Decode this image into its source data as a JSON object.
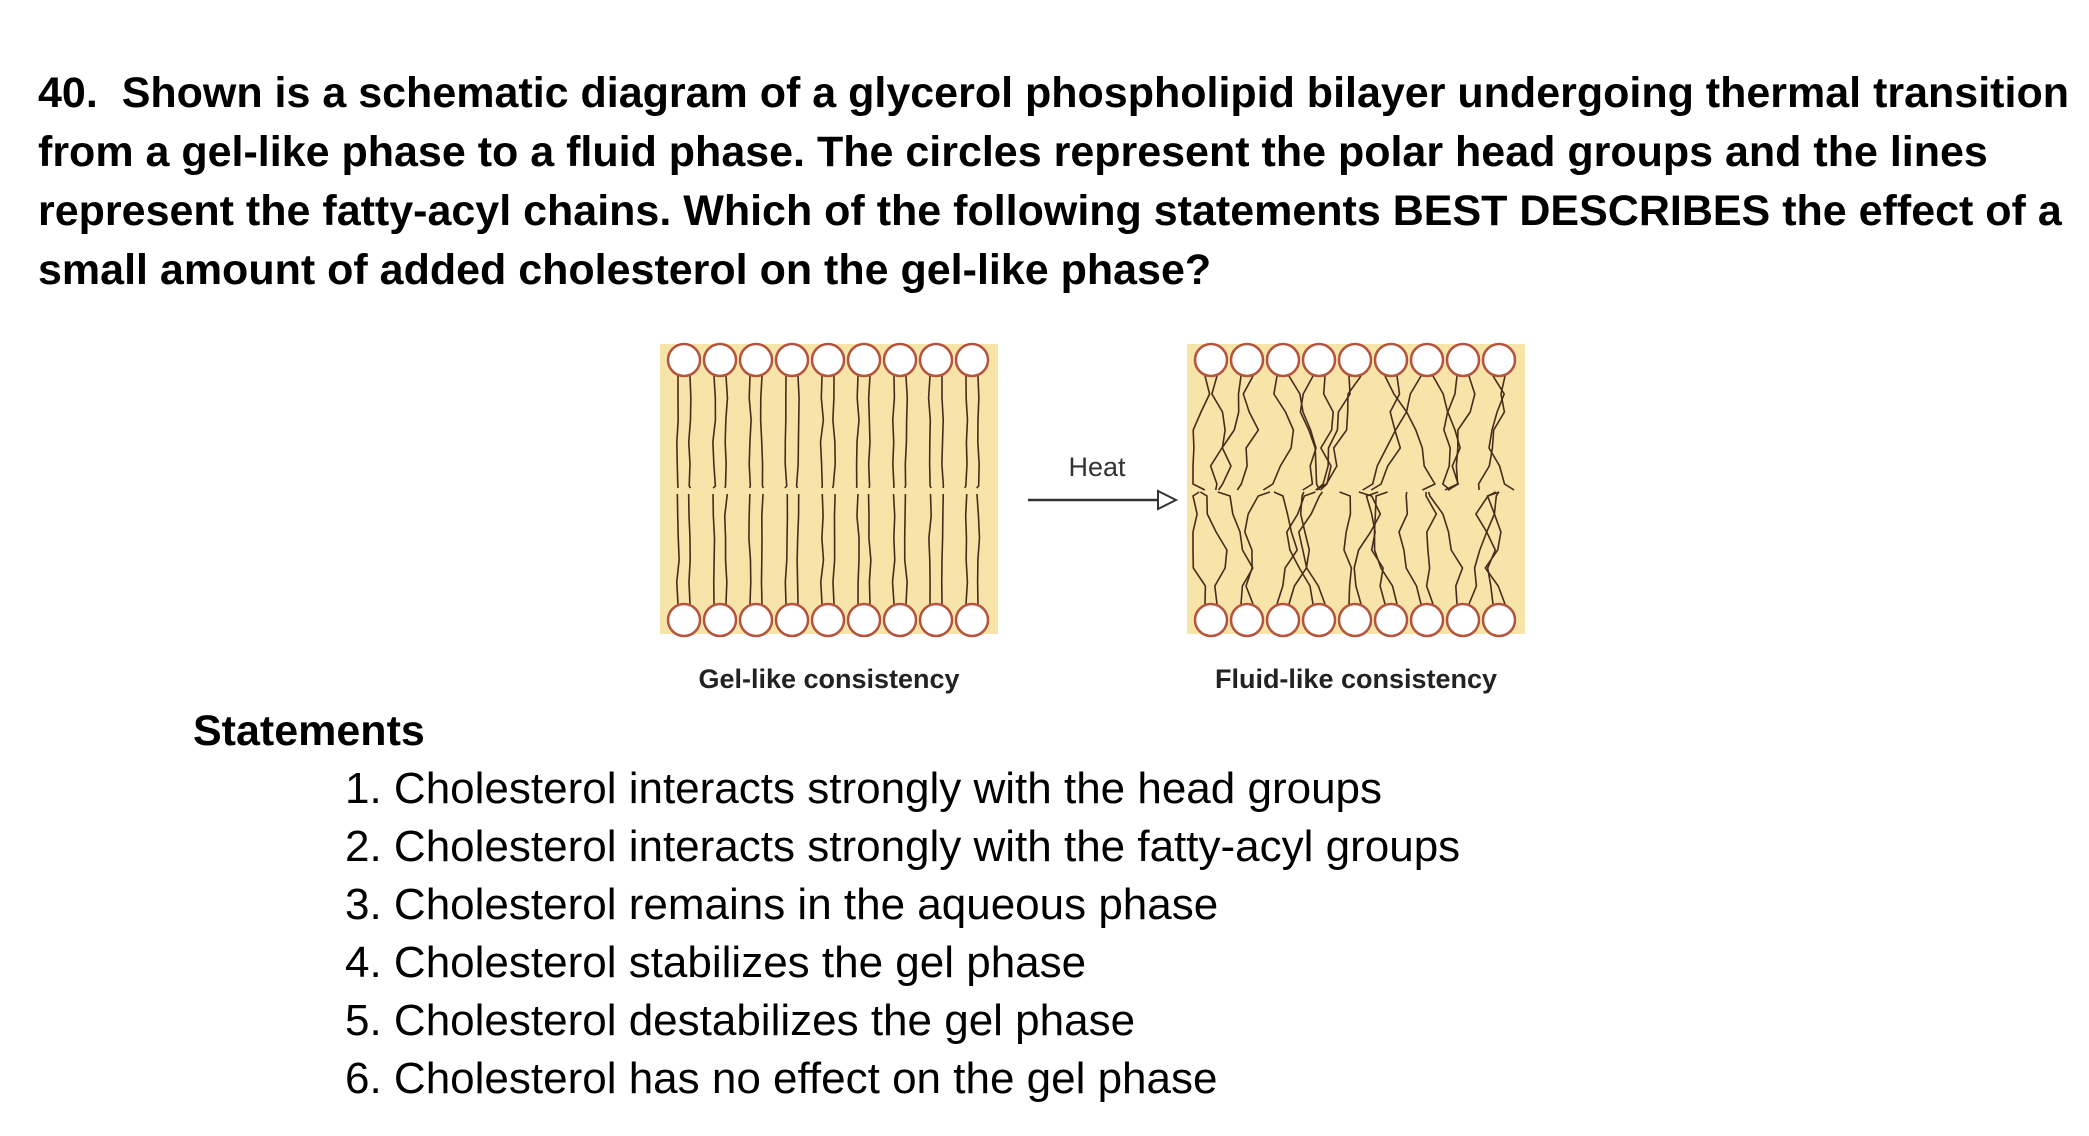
{
  "question": {
    "number": "40.",
    "text": "Shown is a schematic diagram of a glycerol phospholipid bilayer undergoing thermal transition from a gel-like phase to a fluid phase. The circles represent the polar head groups and the lines represent the fatty-acyl chains.  Which of the following statements BEST DESCRIBES the effect of a small amount of added cholesterol on the gel-like phase?"
  },
  "figure": {
    "arrow_label": "Heat",
    "left_panel_label": "Gel-like consistency",
    "right_panel_label": "Fluid-like consistency",
    "colors": {
      "panel_fill": "#f7e4a8",
      "head_fill": "#ffffff",
      "head_stroke": "#b5533c",
      "chain_stroke": "#4a2a1c"
    }
  },
  "statements": {
    "heading": "Statements",
    "items": [
      "1. Cholesterol interacts strongly with the head groups",
      "2. Cholesterol interacts strongly with the fatty-acyl groups",
      "3. Cholesterol remains in the aqueous phase",
      "4. Cholesterol stabilizes the gel phase",
      "5. Cholesterol destabilizes the gel phase",
      "6. Cholesterol has no effect on the gel phase"
    ]
  }
}
